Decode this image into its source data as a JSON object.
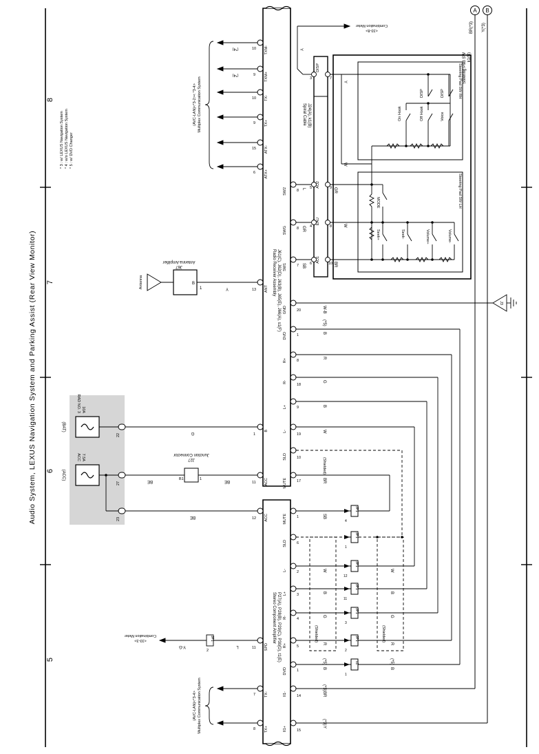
{
  "title": "Audio System, LEXUS Navigation System and Parking Assist (Rear View Monitor)",
  "page_sections": [
    "5",
    "6",
    "7",
    "8"
  ],
  "notes": [
    "* 3 : w/ LEXUS Navigation System",
    "* 4 : w/o LEXUS Navigation System",
    "* 5 : w/ DVD Changer"
  ],
  "colors": {
    "line": "#000000",
    "fuse_box_fill": "#d6d6d6",
    "background": "#ffffff"
  },
  "edge_refs": {
    "A": {
      "letter": "A",
      "label": "BR(*3)"
    },
    "B": {
      "letter": "B",
      "label": "Y(*3)"
    }
  },
  "components": {
    "steering_pad": {
      "connector": "k1(B)",
      "name": "Steering Pad SW",
      "rh_label": "Steering Pad SW RH",
      "lh_label": "Steering Pad SW LH",
      "rh_switches": [
        "On Hook",
        "Off Hook",
        "Voice",
        "DISP",
        "DISP"
      ],
      "lh_switches": [
        "MODE",
        "Seek+",
        "Seek-",
        "Volume+",
        "Volume-"
      ]
    },
    "spiral": {
      "connector": "J24(A), k1(B)",
      "name": "Spiral Cable",
      "pins": [
        {
          "a_pin": "3",
          "a_name": "DISP",
          "b_pin": "7",
          "b_name": "DISP"
        },
        {
          "a_pin": "5",
          "a_name": "AU2",
          "b_pin": "9",
          "b_name": "AU2"
        },
        {
          "a_pin": "4",
          "a_name": "EAU",
          "b_pin": "8",
          "b_name": "EAU"
        },
        {
          "a_pin": "6",
          "a_name": "AU1",
          "b_pin": "10",
          "b_name": "AU1"
        }
      ]
    },
    "radio": {
      "connector": "J61(C), J62(D), J63(B), J65(E), J66(A), s1(F)",
      "name": "Radio Receiver Assembly",
      "left_pins": [
        {
          "pin": "10",
          "conn": "E",
          "name": "TXM-"
        },
        {
          "pin": "9",
          "conn": "E",
          "name": "TXM+"
        },
        {
          "pin": "10",
          "conn": "B",
          "name": "TX-"
        },
        {
          "pin": "9",
          "conn": "B",
          "name": "TX+"
        },
        {
          "pin": "15",
          "conn": "E",
          "name": "ATX-"
        },
        {
          "pin": "6",
          "conn": "E",
          "name": "ATX+"
        },
        {
          "pin": "13",
          "conn": "D",
          "name": "ANT"
        },
        {
          "pin": "1",
          "conn": "B",
          "name": "B"
        },
        {
          "pin": "11",
          "conn": "C",
          "name": "ACC"
        }
      ],
      "right_pins": [
        {
          "pin": "8",
          "conn": "F",
          "name": "SW2"
        },
        {
          "pin": "8",
          "conn": "F",
          "name": "SWG"
        },
        {
          "pin": "7",
          "conn": "F",
          "name": "SW1"
        },
        {
          "pin": "20",
          "conn": "A",
          "name": "GND"
        },
        {
          "pin": "1",
          "conn": "A",
          "name": "DVD"
        },
        {
          "pin": "8",
          "conn": "A",
          "name": "R+"
        },
        {
          "pin": "18",
          "conn": "A",
          "name": "R-"
        },
        {
          "pin": "9",
          "conn": "A",
          "name": "L+"
        },
        {
          "pin": "19",
          "conn": "A",
          "name": "L-"
        },
        {
          "pin": "10",
          "conn": "A",
          "name": "SLD"
        },
        {
          "pin": "17",
          "conn": "A",
          "name": "MUTE"
        }
      ]
    },
    "amplifier": {
      "connector": "P27(A), P28(B), P29(C), P30(D), t1(E)",
      "name": "Stereo Component Amplifier",
      "left_pins": [
        {
          "pin": "12",
          "conn": "D",
          "name": "ACC"
        },
        {
          "pin": "11",
          "conn": "C",
          "name": "SPD"
        },
        {
          "pin": "7",
          "conn": "D",
          "name": "TX-"
        },
        {
          "pin": "8",
          "conn": "D",
          "name": "TX+"
        }
      ],
      "right_pins": [
        {
          "pin": "1",
          "conn": "C",
          "name": "MUTE"
        },
        {
          "pin": "6",
          "conn": "C",
          "name": "SLD"
        },
        {
          "pin": "2",
          "conn": "C",
          "name": "L-"
        },
        {
          "pin": "3",
          "conn": "C",
          "name": "L+"
        },
        {
          "pin": "4",
          "conn": "C",
          "name": "R-"
        },
        {
          "pin": "5",
          "conn": "C",
          "name": "R+"
        },
        {
          "pin": "1",
          "conn": "A",
          "name": "DVD"
        },
        {
          "pin": "14",
          "conn": "D",
          "name": "II1-"
        },
        {
          "pin": "15",
          "conn": "D",
          "name": "II1+"
        }
      ]
    },
    "antenna": {
      "amp_connector": "J67",
      "amp_name": "Antenna Amplifier",
      "amp_pin_1": "1",
      "amp_pin_b": "B",
      "antenna_label": "Antenna"
    },
    "junction": {
      "connector": "J27",
      "name": "Junction Connector",
      "pin_b": "B1",
      "pin_1": "1"
    },
    "fuses": {
      "bat": {
        "tag": "(BAT)",
        "rating": "10A",
        "name": "RAD NO. 3",
        "pin": "22",
        "conn": "RB"
      },
      "acc": {
        "tag": "(ACC)",
        "rating": "7.5A",
        "name": "ACC",
        "pin_top": "27",
        "pin_bottom": "23",
        "conn": "RB"
      }
    },
    "ground": {
      "label": "J3"
    },
    "multiplex_top": {
      "line1": "Multiplex Communication System",
      "line2": "(AVC-LAN)<*3-2>< *3-4>"
    },
    "multiplex_bottom": {
      "line1": "Multiplex Communication System",
      "line2": "(AVC-LAN)<*3-4>"
    },
    "combination_meter_top": {
      "line1": "Combination Meter",
      "line2": "<33-8>"
    },
    "combination_meter_bottom": {
      "line1": "Combination Meter",
      "line2": "<33-3>"
    },
    "speed_junction": {
      "conn": "JP1",
      "pin": "2"
    }
  },
  "wire_colors": {
    "TXM_dash": "(*4)",
    "Y": "Y",
    "L": "L",
    "W": "W",
    "GR": "GR",
    "BR": "BR",
    "SB": "SB",
    "G": "G",
    "B": "B",
    "R": "R",
    "BE": "BE",
    "W-B": "W-B",
    "Y-G": "Y-G",
    "star5": "(*5)",
    "star3": "(*3)",
    "shielded": "(Shielded)"
  },
  "jp_pins": {
    "mute": {
      "pin": "4",
      "conn": "JP1"
    },
    "sld": {
      "pin": "1",
      "conn": "JP1"
    },
    "lm": {
      "pin": "12",
      "conn": "JP1"
    },
    "lp": {
      "pin": "11",
      "conn": "JP1"
    },
    "rm": {
      "pin": "3",
      "conn": "JP1"
    },
    "rp": {
      "pin": "2",
      "conn": "JP1"
    },
    "dvd": {
      "pin": "1",
      "conn": "s1"
    }
  }
}
